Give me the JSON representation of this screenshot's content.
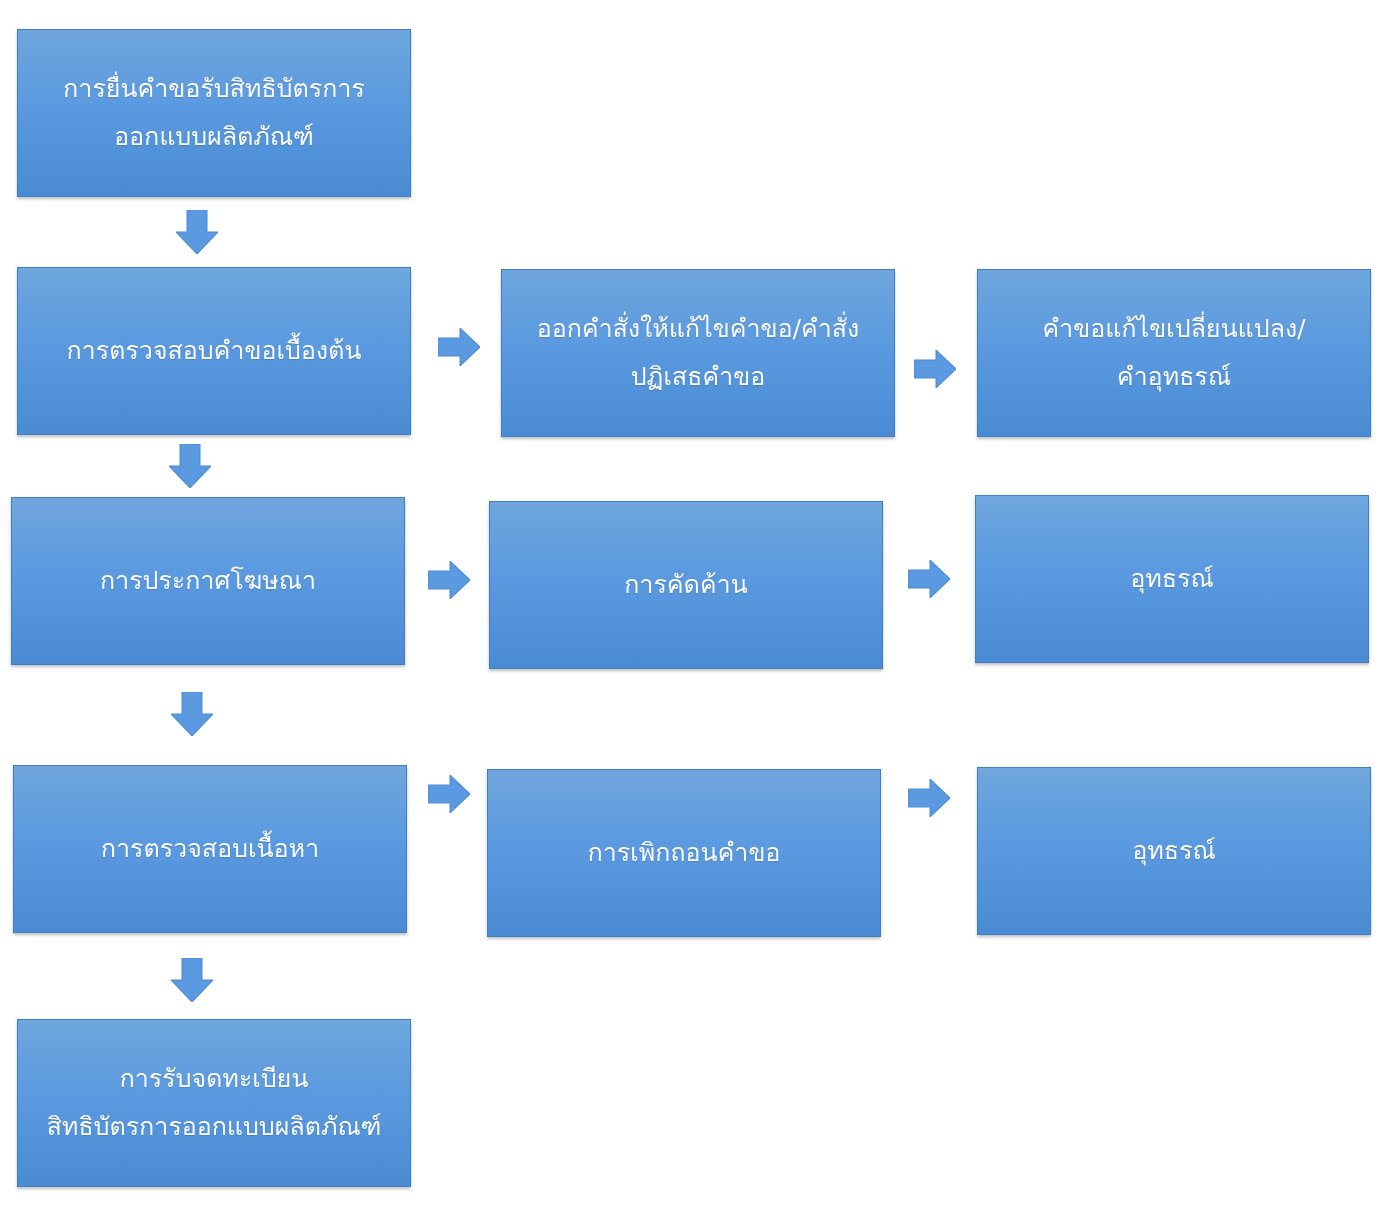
{
  "diagram": {
    "nodes": {
      "filing": "การยื่นคำขอรับสิทธิบัตรการ\nออกแบบผลิตภัณฑ์",
      "preliminary_exam": "การตรวจสอบคำขอเบื้องต้น",
      "order_amend": "ออกคำสั่งให้แก้ไขคำขอ/คำสั่ง\nปฏิเสธคำขอ",
      "amend_request": "คำขอแก้ไขเปลี่ยนแปลง/\nคำอุทธรณ์",
      "publication": "การประกาศโฆษณา",
      "opposition": "การคัดค้าน",
      "appeal_1": "อุทธรณ์",
      "substantive_exam": "การตรวจสอบเนื้อหา",
      "withdrawal": "การเพิกถอนคำขอ",
      "appeal_2": "อุทธรณ์",
      "registration": "การรับจดทะเบียน\nสิทธิบัตรการออกแบบผลิตภัณฑ์"
    },
    "edges": [
      [
        "filing",
        "preliminary_exam"
      ],
      [
        "preliminary_exam",
        "order_amend"
      ],
      [
        "order_amend",
        "amend_request"
      ],
      [
        "preliminary_exam",
        "publication"
      ],
      [
        "publication",
        "opposition"
      ],
      [
        "opposition",
        "appeal_1"
      ],
      [
        "publication",
        "substantive_exam"
      ],
      [
        "substantive_exam",
        "withdrawal"
      ],
      [
        "withdrawal",
        "appeal_2"
      ],
      [
        "substantive_exam",
        "registration"
      ]
    ],
    "colors": {
      "box_fill": "#5b9ae0",
      "box_border": "#3f7fc4",
      "arrow_fill": "#5b9ae0",
      "text": "#ffffff"
    }
  }
}
